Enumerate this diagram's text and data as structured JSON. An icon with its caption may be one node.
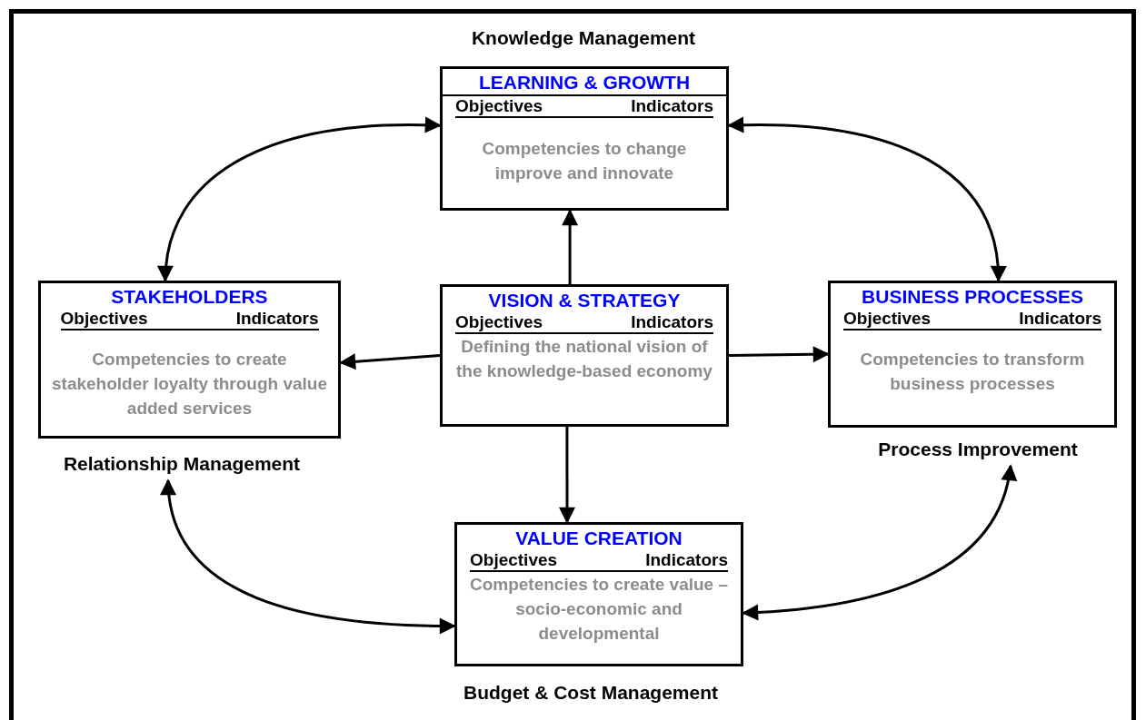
{
  "diagram": {
    "nodes": [
      {
        "text": [
          "LEARNING & GROWTH",
          "Objectives",
          "Indicators",
          "Competencies to change improve and innovate"
        ],
        "beside": [
          "Knowledge Management"
        ]
      },
      {
        "text": [
          "STAKEHOLDERS",
          "Objectives",
          "Indicators",
          "Competencies to create stakeholder loyalty through value added services"
        ],
        "beside": [
          "Relationship Management"
        ]
      },
      {
        "text": [
          "VISION & STRATEGY",
          "Objectives",
          "Indicators",
          "Defining the national vision of the knowledge-based economy"
        ]
      },
      {
        "text": [
          "BUSINESS PROCESSES",
          "Objectives",
          "Indicators",
          "Competencies to transform business processes"
        ],
        "beside": [
          "Process Improvement"
        ]
      },
      {
        "text": [
          "VALUE CREATION",
          "Objectives",
          "Indicators",
          "Competencies to create value – socio-economic and developmental"
        ],
        "beside": [
          "Budget & Cost Management"
        ]
      }
    ],
    "edges": [
      {
        "from": 2,
        "to": 0,
        "arrow": "to"
      },
      {
        "from": 2,
        "to": 1,
        "arrow": "to"
      },
      {
        "from": 2,
        "to": 3,
        "arrow": "to"
      },
      {
        "from": 2,
        "to": 4,
        "arrow": "to"
      },
      {
        "from": 0,
        "to": 1,
        "arrow": "both"
      },
      {
        "from": 0,
        "to": 3,
        "arrow": "both"
      },
      {
        "from": 1,
        "to": 4,
        "arrow": "both"
      },
      {
        "from": 3,
        "to": 4,
        "arrow": "both"
      }
    ]
  }
}
